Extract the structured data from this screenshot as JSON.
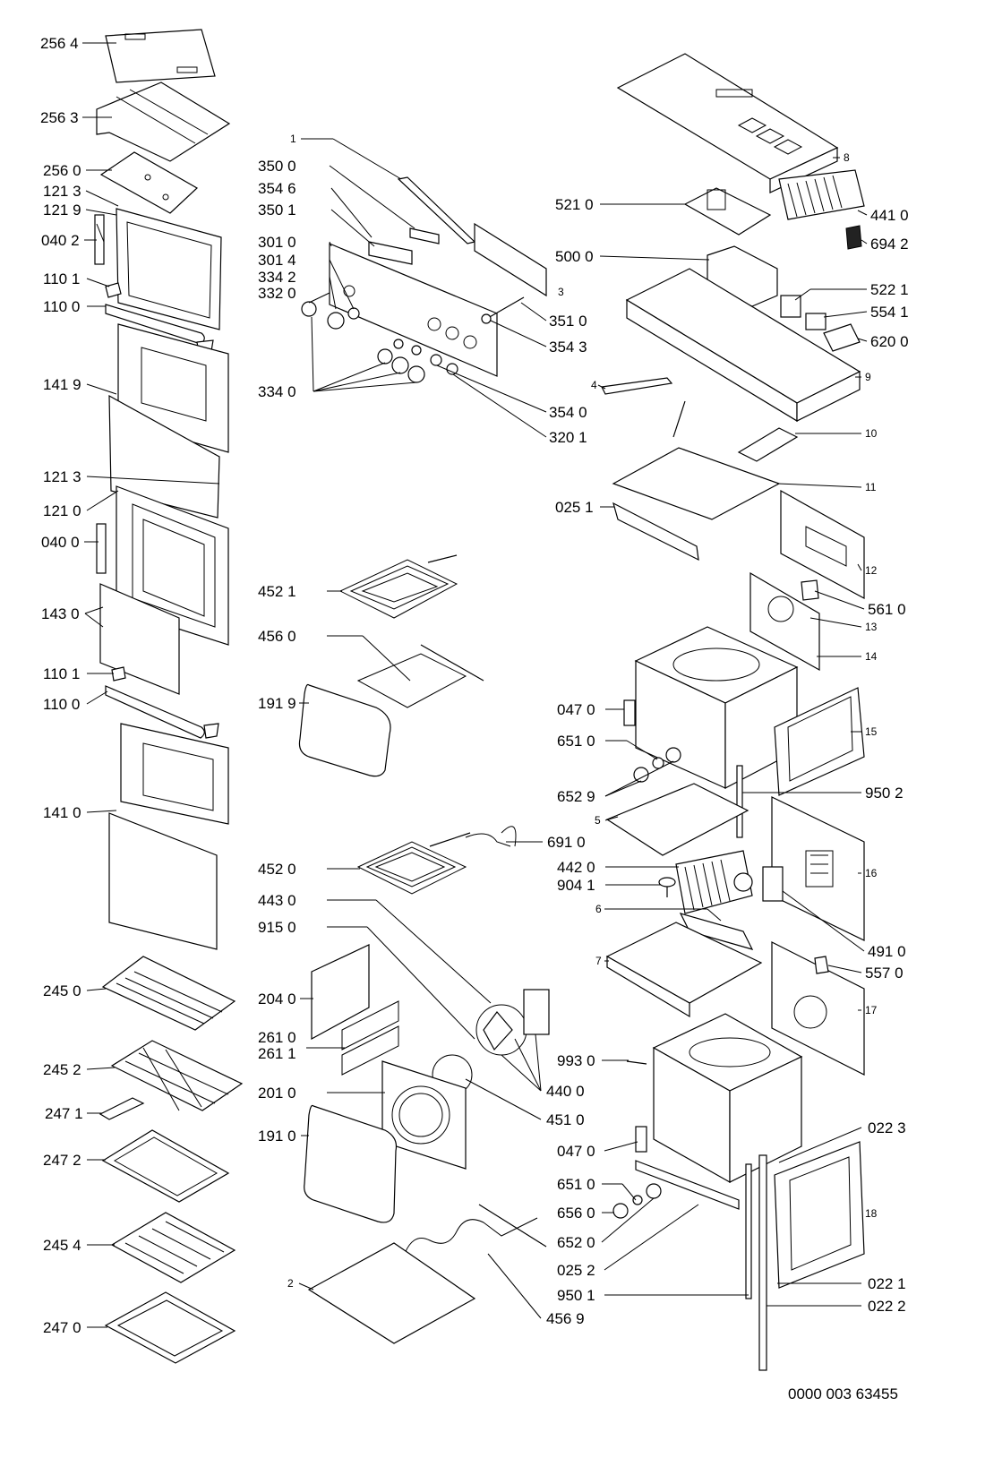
{
  "diagram": {
    "doc_number": "0000 003 63455",
    "left_labels": [
      "256 4",
      "256 3",
      "256 0",
      "121 3",
      "121 9",
      "040 2",
      "110 1",
      "110 0",
      "141 9",
      "121 3",
      "121 0",
      "040 0",
      "143 0",
      "110 1",
      "110 0",
      "141 0",
      "245 0",
      "245 2",
      "247 1",
      "247 2",
      "245 4",
      "247 0"
    ],
    "middle_labels": [
      "1",
      "350 0",
      "354 6",
      "350 1",
      "301 0",
      "301 4",
      "334 2",
      "332 0",
      "334 0",
      "351 0",
      "354 3",
      "354 0",
      "320 1",
      "3",
      "452 1",
      "456 0",
      "191 9",
      "691 0",
      "452 0",
      "443 0",
      "915 0",
      "204 0",
      "261 0",
      "261 1",
      "201 0",
      "191 0",
      "440 0",
      "451 0",
      "2",
      "456 9"
    ],
    "right_labels": [
      "8",
      "521 0",
      "441 0",
      "694 2",
      "500 0",
      "522 1",
      "554 1",
      "620 0",
      "4",
      "9",
      "10",
      "025 1",
      "11",
      "12",
      "561 0",
      "13",
      "14",
      "047 0",
      "15",
      "651 0",
      "652 9",
      "950 2",
      "5",
      "442 0",
      "904 1",
      "16",
      "6",
      "491 0",
      "7",
      "557 0",
      "17",
      "993 0",
      "047 0",
      "022 3",
      "651 0",
      "656 0",
      "652 0",
      "18",
      "025 2",
      "950 1",
      "022 1",
      "022 2"
    ]
  }
}
